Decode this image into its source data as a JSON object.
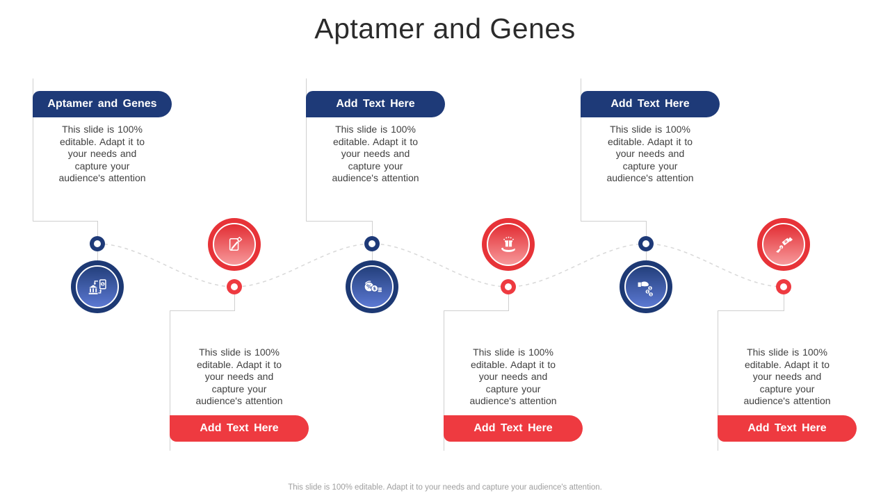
{
  "title": "Aptamer and Genes",
  "footer": "This slide is 100% editable. Adapt it to your needs and capture your audience's attention.",
  "sections": [
    {
      "row": "top",
      "pill_label": "Aptamer and Genes",
      "description": "This slide is 100% editable. Adapt it to your needs and capture your audience's attention",
      "icon": "mobile-banking-icon"
    },
    {
      "row": "top",
      "pill_label": "Add Text Here",
      "description": "This slide is 100% editable. Adapt it to your needs and capture your audience's attention",
      "icon": "discount-coins-icon"
    },
    {
      "row": "top",
      "pill_label": "Add Text Here",
      "description": "This slide is 100% editable. Adapt it to your needs and capture your audience's attention",
      "icon": "coins-hand-icon"
    },
    {
      "row": "bottom",
      "pill_label": "Add Text Here",
      "description": "This slide is 100% editable. Adapt it to your needs and capture your audience's attention",
      "icon": "edit-document-icon"
    },
    {
      "row": "bottom",
      "pill_label": "Add Text Here",
      "description": "This slide is 100% editable. Adapt it to your needs and capture your audience's attention",
      "icon": "gift-reward-icon"
    },
    {
      "row": "bottom",
      "pill_label": "Add Text Here",
      "description": "This slide is 100% editable. Adapt it to your needs and capture your audience's attention",
      "icon": "money-exchange-icon"
    }
  ],
  "colors": {
    "navy": "#1e3a78",
    "navy_gradient_bottom": "#5b78d2",
    "red": "#ee3a40",
    "red_ring": "#e73338",
    "red_gradient_bottom": "#f7999b",
    "connector_line": "#cfcfcf",
    "dashed_wave": "#d8d8d8",
    "body_text": "#404040",
    "title_text": "#2b2b2b",
    "footer_text": "#9e9e9e"
  }
}
